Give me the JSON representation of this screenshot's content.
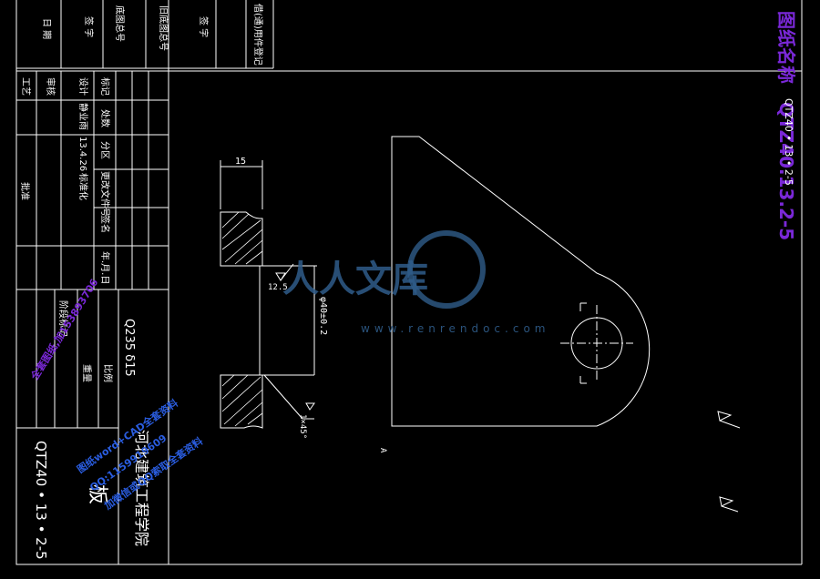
{
  "colors": {
    "background": "#000000",
    "lines": "#ffffff",
    "watermark": "#2f5c8a",
    "stamp_purple": "#7a28d8",
    "stamp_blue": "#2a5de0"
  },
  "right_stamp": {
    "label": "图纸名称",
    "code": "QTZ40.13.2-5"
  },
  "rotated_code": "QTZ40 • 13 • 2-5",
  "watermark": {
    "text": "人人文库",
    "url": "www.renrendoc.com"
  },
  "title_block": {
    "top_headers": [
      "日 期",
      "签 字",
      "底图总号",
      "旧底图总号",
      "签 字",
      "借(通)用件登记"
    ],
    "process_col": [
      "工艺",
      "审核"
    ],
    "sign_rows": [
      "标记",
      "处数",
      "分区",
      "更改文件号",
      "签名",
      "年.月.日"
    ],
    "design_row": [
      "设计",
      "静业雨",
      "13.4.26",
      "标准化"
    ],
    "batch_label": "批准",
    "stage_label": "阶段标记",
    "mass_label": "重量",
    "scale_label": "比例",
    "material": "Q235 δ15",
    "drawing_code": "QTZ40 • 13 • 2-5",
    "part_name": "板",
    "school": "河北建筑工程学院",
    "diag_note": "全套图纸,加153893706"
  },
  "blue_ads": [
    "图纸word+CAD全套资料",
    "QQ:1159919609",
    "加微信或QQ索取全套资料"
  ],
  "dimensions": {
    "thickness": "15",
    "hole_diameter": "φ40±0.2",
    "roughness": "12.5",
    "chamfer": "1×45°",
    "view_mark": "A"
  }
}
